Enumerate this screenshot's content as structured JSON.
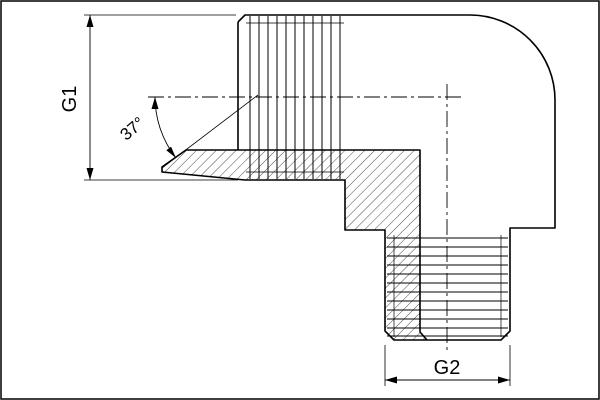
{
  "meta": {
    "background_color": "#ffffff",
    "line_color": "#000000",
    "drawing_type": "sectioned 90-degree elbow fitting"
  },
  "labels": {
    "g1": "G1",
    "g2": "G2",
    "flare_angle": "37°"
  }
}
